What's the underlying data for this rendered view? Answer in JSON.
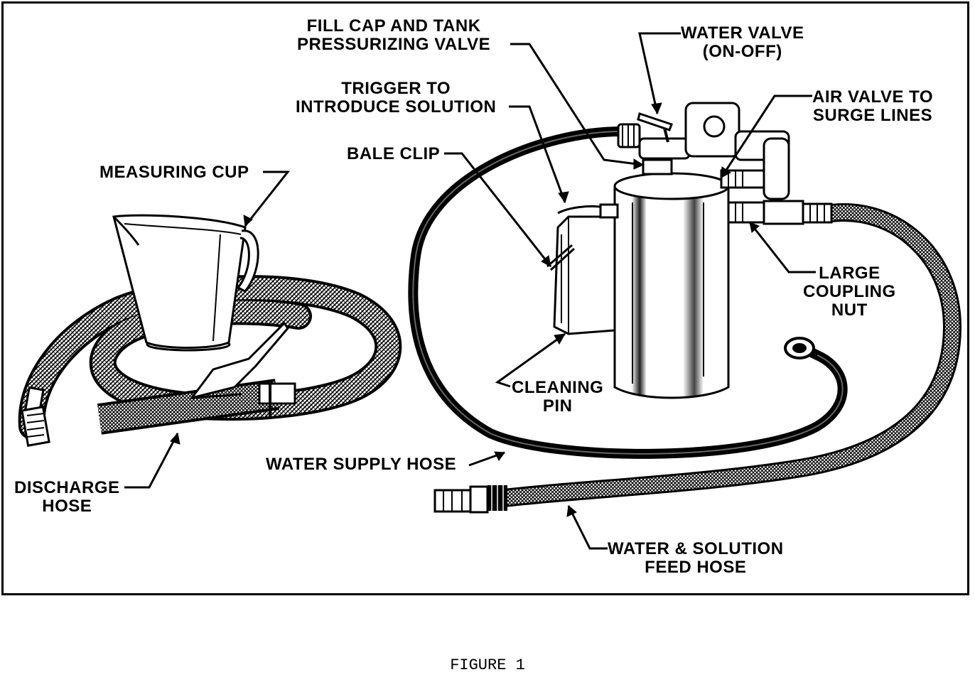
{
  "labels": {
    "fill_cap": "FILL CAP AND TANK\nPRESSURIZING VALVE",
    "water_valve": "WATER VALVE\n(ON-OFF)",
    "trigger": "TRIGGER TO\nINTRODUCE SOLUTION",
    "air_valve": "AIR VALVE TO\nSURGE LINES",
    "bale_clip": "BALE CLIP",
    "measuring_cup": "MEASURING CUP",
    "large_coupling_nut": "LARGE\nCOUPLING\nNUT",
    "cleaning_pin": "CLEANING\nPIN",
    "water_supply_hose": "WATER SUPPLY HOSE",
    "discharge_hose": "DISCHARGE\nHOSE",
    "water_solution_feed_hose": "WATER & SOLUTION\nFEED HOSE"
  },
  "caption": "FIGURE 1",
  "colors": {
    "ink": "#000000",
    "paper": "#ffffff"
  }
}
